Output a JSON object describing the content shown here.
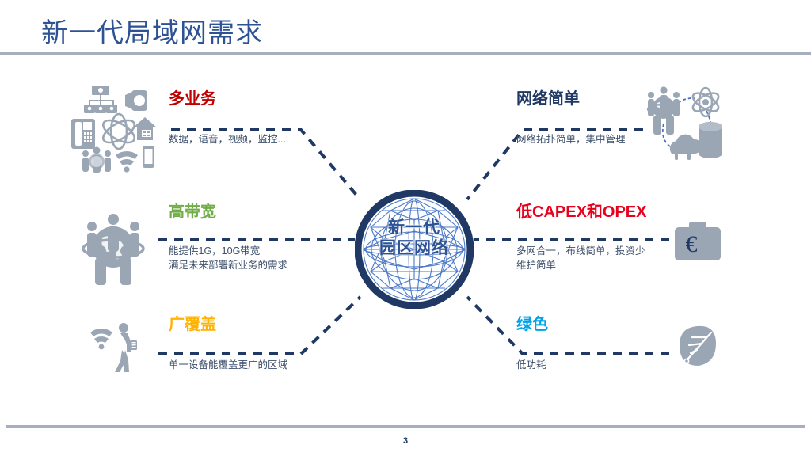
{
  "slide": {
    "title": "新一代局域网需求",
    "page_number": "3",
    "accent_rule_color": "#A6AEC0",
    "title_color": "#2E5395"
  },
  "center": {
    "label_line1": "新一代",
    "label_line2": "园区网络",
    "ring_color": "#1F3864",
    "mesh_color": "#4472C4",
    "text_color": "#2E5395",
    "icon": "globe-mesh-sphere"
  },
  "connector": {
    "color": "#1F3864",
    "style": "dashed"
  },
  "left_items": [
    {
      "id": "multiservice",
      "heading": "多业务",
      "heading_color": "#C00000",
      "sub": [
        "数据，语音，视频，监控..."
      ],
      "icon": "multi-service-devices-icon"
    },
    {
      "id": "bandwidth",
      "heading": "高带宽",
      "heading_color": "#70AD47",
      "sub": [
        "能提供1G，10G带宽",
        "满足未来部署新业务的需求"
      ],
      "icon": "globe-people-icon"
    },
    {
      "id": "coverage",
      "heading": "广覆盖",
      "heading_color": "#FFB300",
      "sub": [
        "单一设备能覆盖更广的区域"
      ],
      "icon": "wifi-walking-person-icon"
    }
  ],
  "right_items": [
    {
      "id": "simple",
      "heading": "网络简单",
      "heading_color": "#1F3864",
      "sub": [
        "网络拓扑简单，集中管理"
      ],
      "icon": "network-topology-icon"
    },
    {
      "id": "capex",
      "heading": "低CAPEX和OPEX",
      "heading_color": "#E8001C",
      "sub": [
        "多网合一，布线简单，投资少",
        "维护简单"
      ],
      "icon": "briefcase-euro-icon"
    },
    {
      "id": "green",
      "heading": "绿色",
      "heading_color": "#00A2E8",
      "sub": [
        "低功耗"
      ],
      "icon": "leaf-icon"
    }
  ]
}
